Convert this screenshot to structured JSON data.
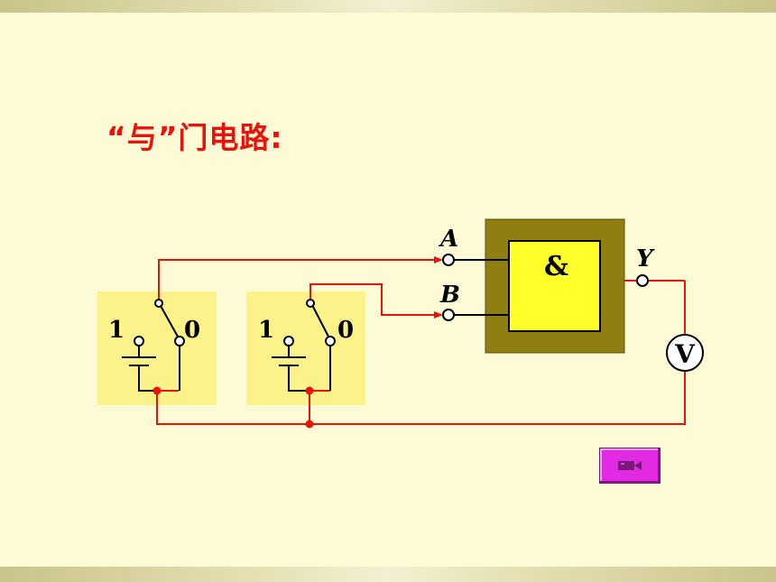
{
  "title": "“与”门电路:",
  "gate": {
    "symbol": "&"
  },
  "terminals": {
    "a": "A",
    "b": "B",
    "y": "Y"
  },
  "meter": {
    "symbol": "V"
  },
  "switch_1": {
    "label_on": "1",
    "label_off": "0"
  },
  "switch_2": {
    "label_on": "1",
    "label_off": "0"
  },
  "colors": {
    "wire": "#e8140c",
    "switch_panel": "#fbf38a",
    "gate_outer": "#8f7f12",
    "gate_inner": "#ffff2a",
    "media_button": "#e22ae3"
  },
  "controls": {
    "media_button_icon": "video-camera-icon"
  }
}
